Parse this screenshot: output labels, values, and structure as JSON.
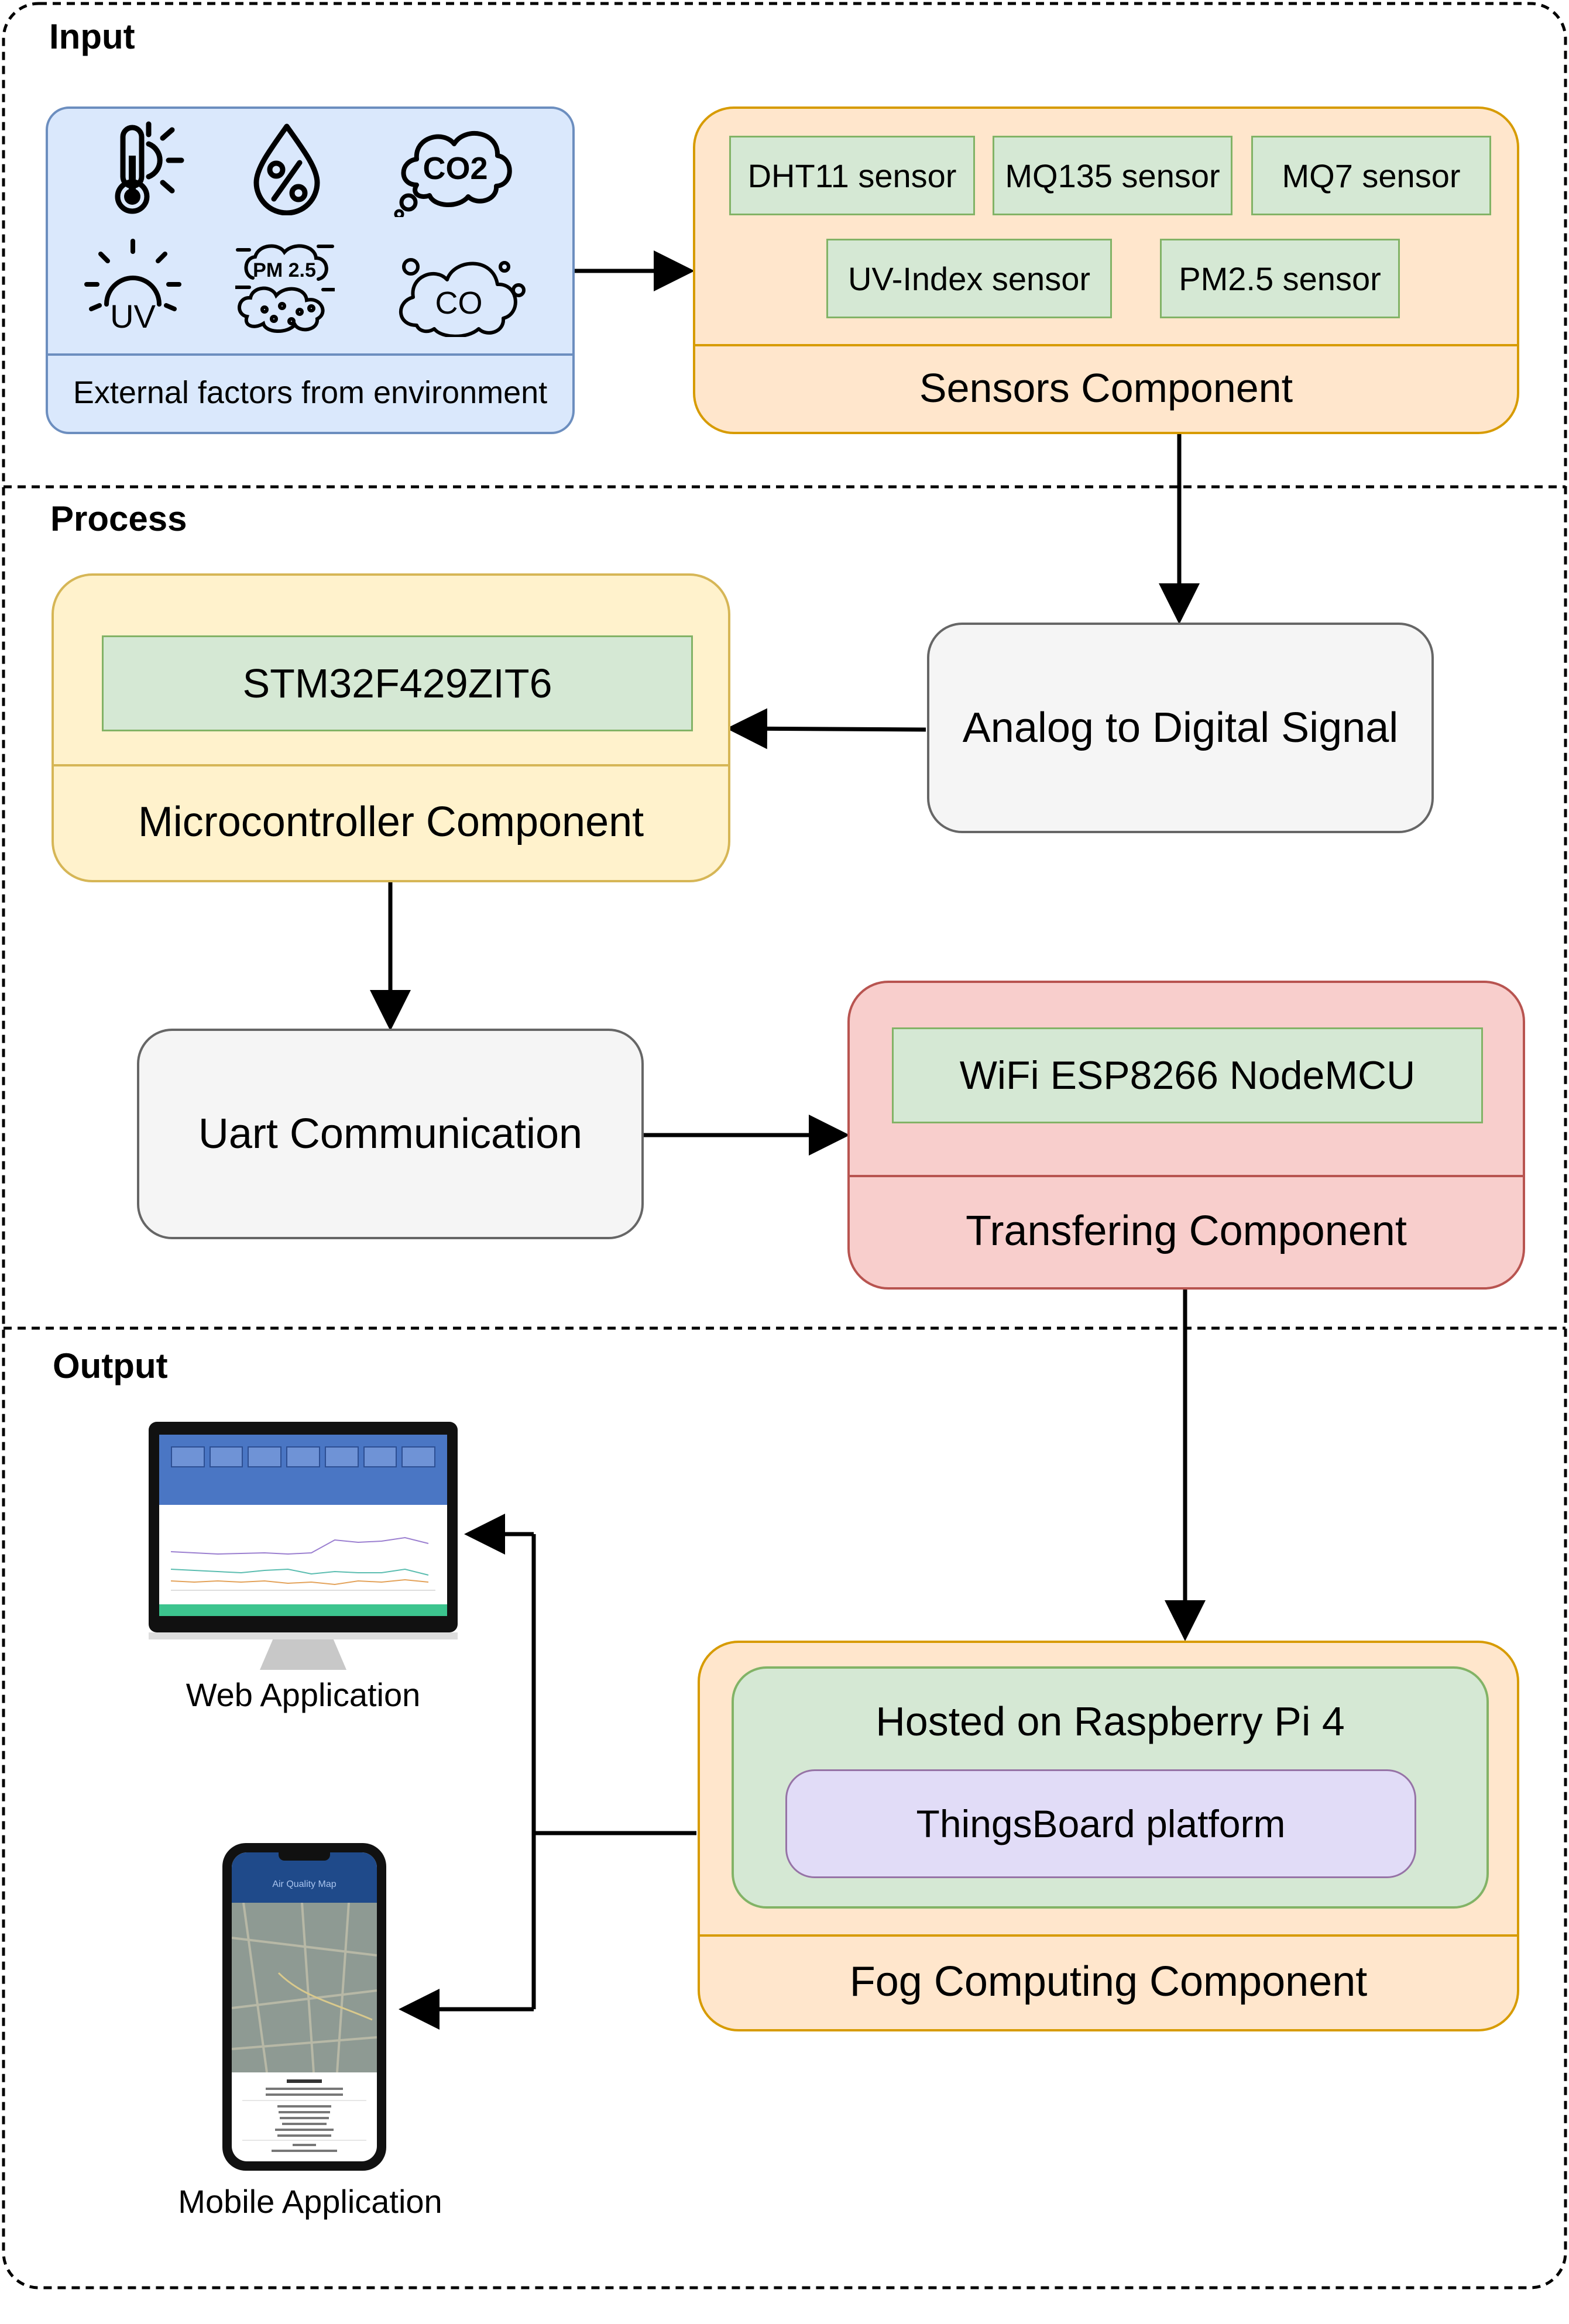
{
  "sections": {
    "input": "Input",
    "process": "Process",
    "output": "Output"
  },
  "environment": {
    "label": "External factors from environment",
    "icons": {
      "temperature": "thermometer-sun-icon",
      "humidity": "humidity-drop-icon",
      "co2": "CO2",
      "uv": "UV",
      "pm25": "PM 2.5",
      "co": "CO"
    }
  },
  "sensors": {
    "title": "Sensors Component",
    "items": [
      "DHT11 sensor",
      "MQ135 sensor",
      "MQ7 sensor",
      "UV-Index sensor",
      "PM2.5 sensor"
    ]
  },
  "adc": {
    "label": "Analog to Digital Signal"
  },
  "microcontroller": {
    "title": "Microcontroller Component",
    "chip": "STM32F429ZIT6"
  },
  "uart": {
    "label": "Uart Communication"
  },
  "transfer": {
    "title": "Transfering Component",
    "module": "WiFi ESP8266 NodeMCU"
  },
  "fog": {
    "title": "Fog Computing Component",
    "host": "Hosted on Raspberry Pi 4",
    "platform": "ThingsBoard platform"
  },
  "apps": {
    "web": "Web Application",
    "mobile": "Mobile Application",
    "mobile_header": "Air Quality Map"
  },
  "colors": {
    "blue_fill": "#dae8fc",
    "blue_stroke": "#6c8ebf",
    "orange_fill": "#ffe6cc",
    "orange_stroke": "#d79b00",
    "yellow_fill": "#fff2cc",
    "yellow_stroke": "#d6b656",
    "red_fill": "#f8cecc",
    "red_stroke": "#b85450",
    "green_fill": "#d5e8d4",
    "green_stroke": "#82b366",
    "purple_fill": "#e1d5e7",
    "purple_stroke": "#9673a6",
    "gray_fill": "#f5f5f5",
    "gray_stroke": "#666666"
  }
}
